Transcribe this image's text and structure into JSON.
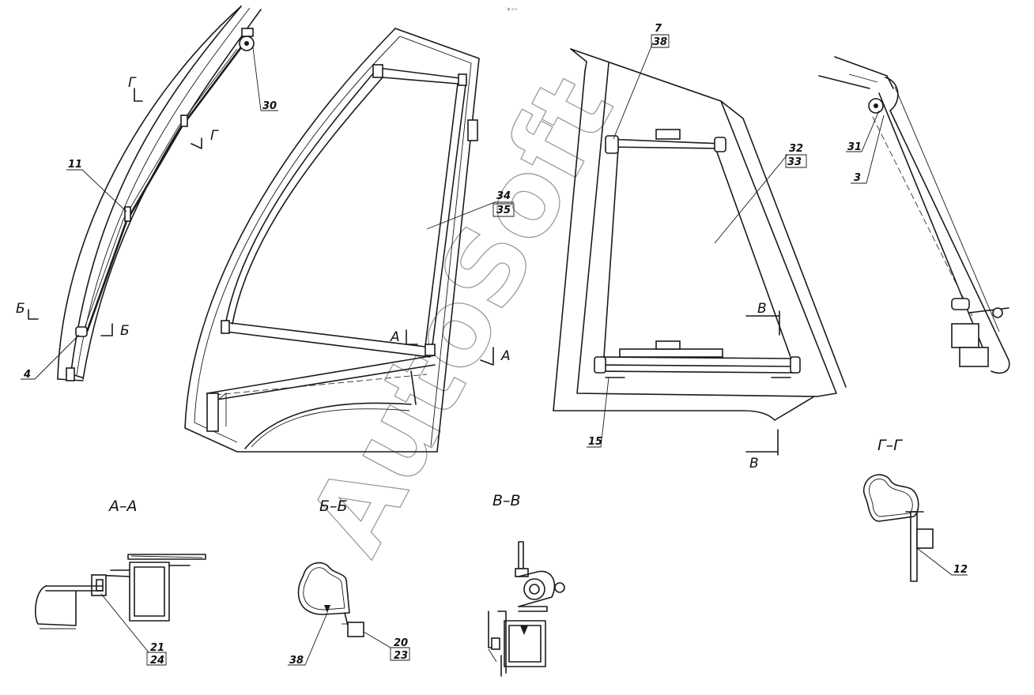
{
  "header_mark": "‘φ ≈≈",
  "watermark": "AutoSoft",
  "callouts": {
    "c4": "4",
    "c11": "11",
    "c30": "30",
    "c34": "34",
    "c35": "35",
    "c7": "7",
    "c38_top": "38",
    "c32": "32",
    "c33": "33",
    "c15": "15",
    "c31": "31",
    "c3": "3",
    "c21": "21",
    "c24": "24",
    "c38_bottom": "38",
    "c20": "20",
    "c23": "23",
    "c12": "12"
  },
  "cut_marks": {
    "g_upper": "Г",
    "g_lower": "Г",
    "b_left": "Б",
    "b_right": "Б",
    "a_upper": "A",
    "a_lower": "A",
    "v_upper": "B",
    "v_lower": "B"
  },
  "section_titles": {
    "aa": "A–A",
    "bb": "Б–Б",
    "vv": "B–B",
    "gg": "Г–Г"
  }
}
